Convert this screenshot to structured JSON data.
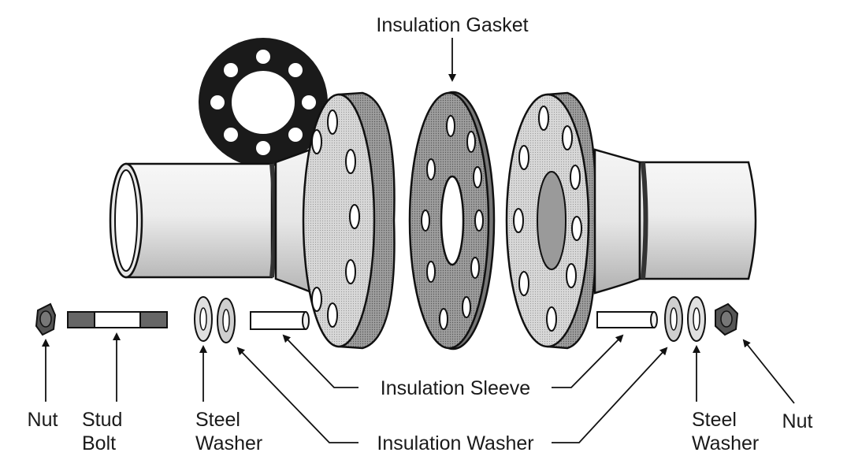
{
  "labels": {
    "insulation_gasket": "Insulation Gasket",
    "insulation_sleeve": "Insulation Sleeve",
    "insulation_washer": "Insulation Washer",
    "nut_left": "Nut",
    "stud_line1": "Stud",
    "stud_line2": "Bolt",
    "steel_washer_left_line1": "Steel",
    "steel_washer_left_line2": "Washer",
    "steel_washer_right_line1": "Steel",
    "steel_washer_right_line2": "Washer",
    "nut_right": "Nut"
  },
  "colors": {
    "ink": "#111111",
    "flange_face": "#d4d4d4",
    "flange_rim": "#8c8c8c",
    "gasket": "#9a9a9a",
    "pipe": "#eeeeee",
    "gasket_icon": "#1a1a1a"
  }
}
